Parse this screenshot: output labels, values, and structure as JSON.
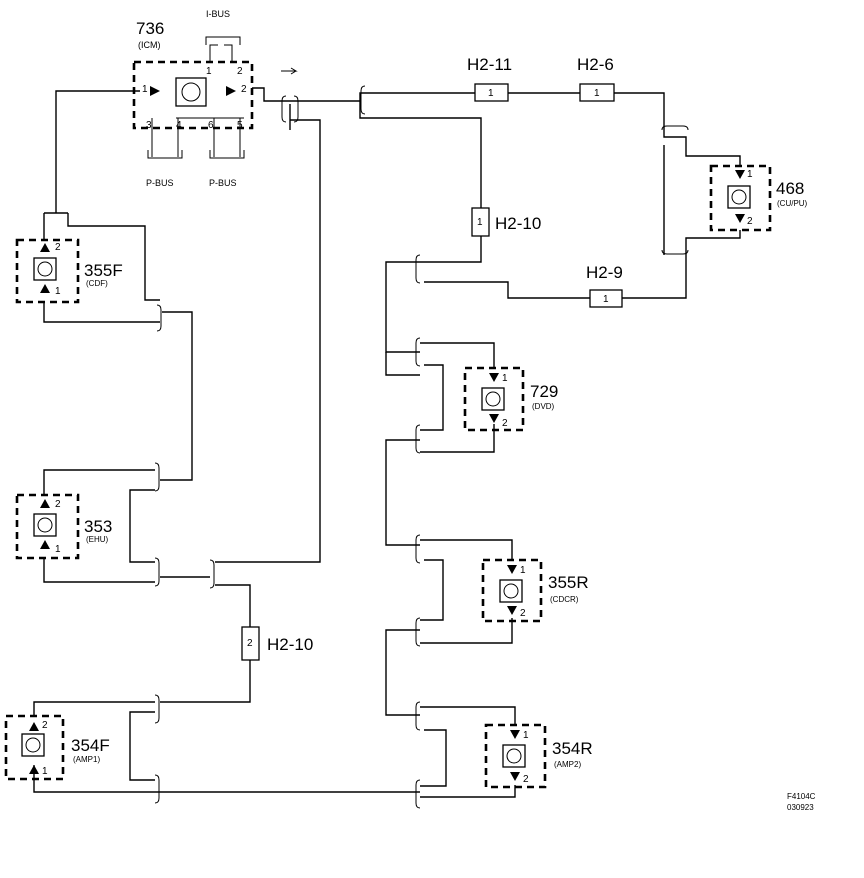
{
  "icm": {
    "number": "736",
    "name": "(ICM)",
    "bus_top": "I-BUS",
    "bus_left": "P-BUS",
    "bus_right": "P-BUS",
    "pins": [
      "1",
      "2",
      "1",
      "2",
      "3",
      "4",
      "6",
      "5"
    ]
  },
  "connectors": {
    "h2_11": {
      "label": "H2-11",
      "pin": "1"
    },
    "h2_6": {
      "label": "H2-6",
      "pin": "1"
    },
    "h2_9": {
      "label": "H2-9",
      "pin": "1"
    },
    "h2_10_top": {
      "label": "H2-10",
      "pin": "1"
    },
    "h2_10_bottom": {
      "label": "H2-10",
      "pin": "2"
    }
  },
  "nodes": [
    {
      "number": "355F",
      "name": "(CDF)",
      "pin_in": "1",
      "pin_out": "2"
    },
    {
      "number": "353",
      "name": "(EHU)",
      "pin_in": "1",
      "pin_out": "2"
    },
    {
      "number": "354F",
      "name": "(AMP1)",
      "pin_in": "1",
      "pin_out": "2"
    },
    {
      "number": "468",
      "name": "(CU/PU)",
      "pin_in": "1",
      "pin_out": "2"
    },
    {
      "number": "729",
      "name": "(DVD)",
      "pin_in": "1",
      "pin_out": "2"
    },
    {
      "number": "355R",
      "name": "(CDCR)",
      "pin_in": "1",
      "pin_out": "2"
    },
    {
      "number": "354R",
      "name": "(AMP2)",
      "pin_in": "1",
      "pin_out": "2"
    }
  ],
  "footer": {
    "code": "F4104C",
    "date": "030923"
  }
}
